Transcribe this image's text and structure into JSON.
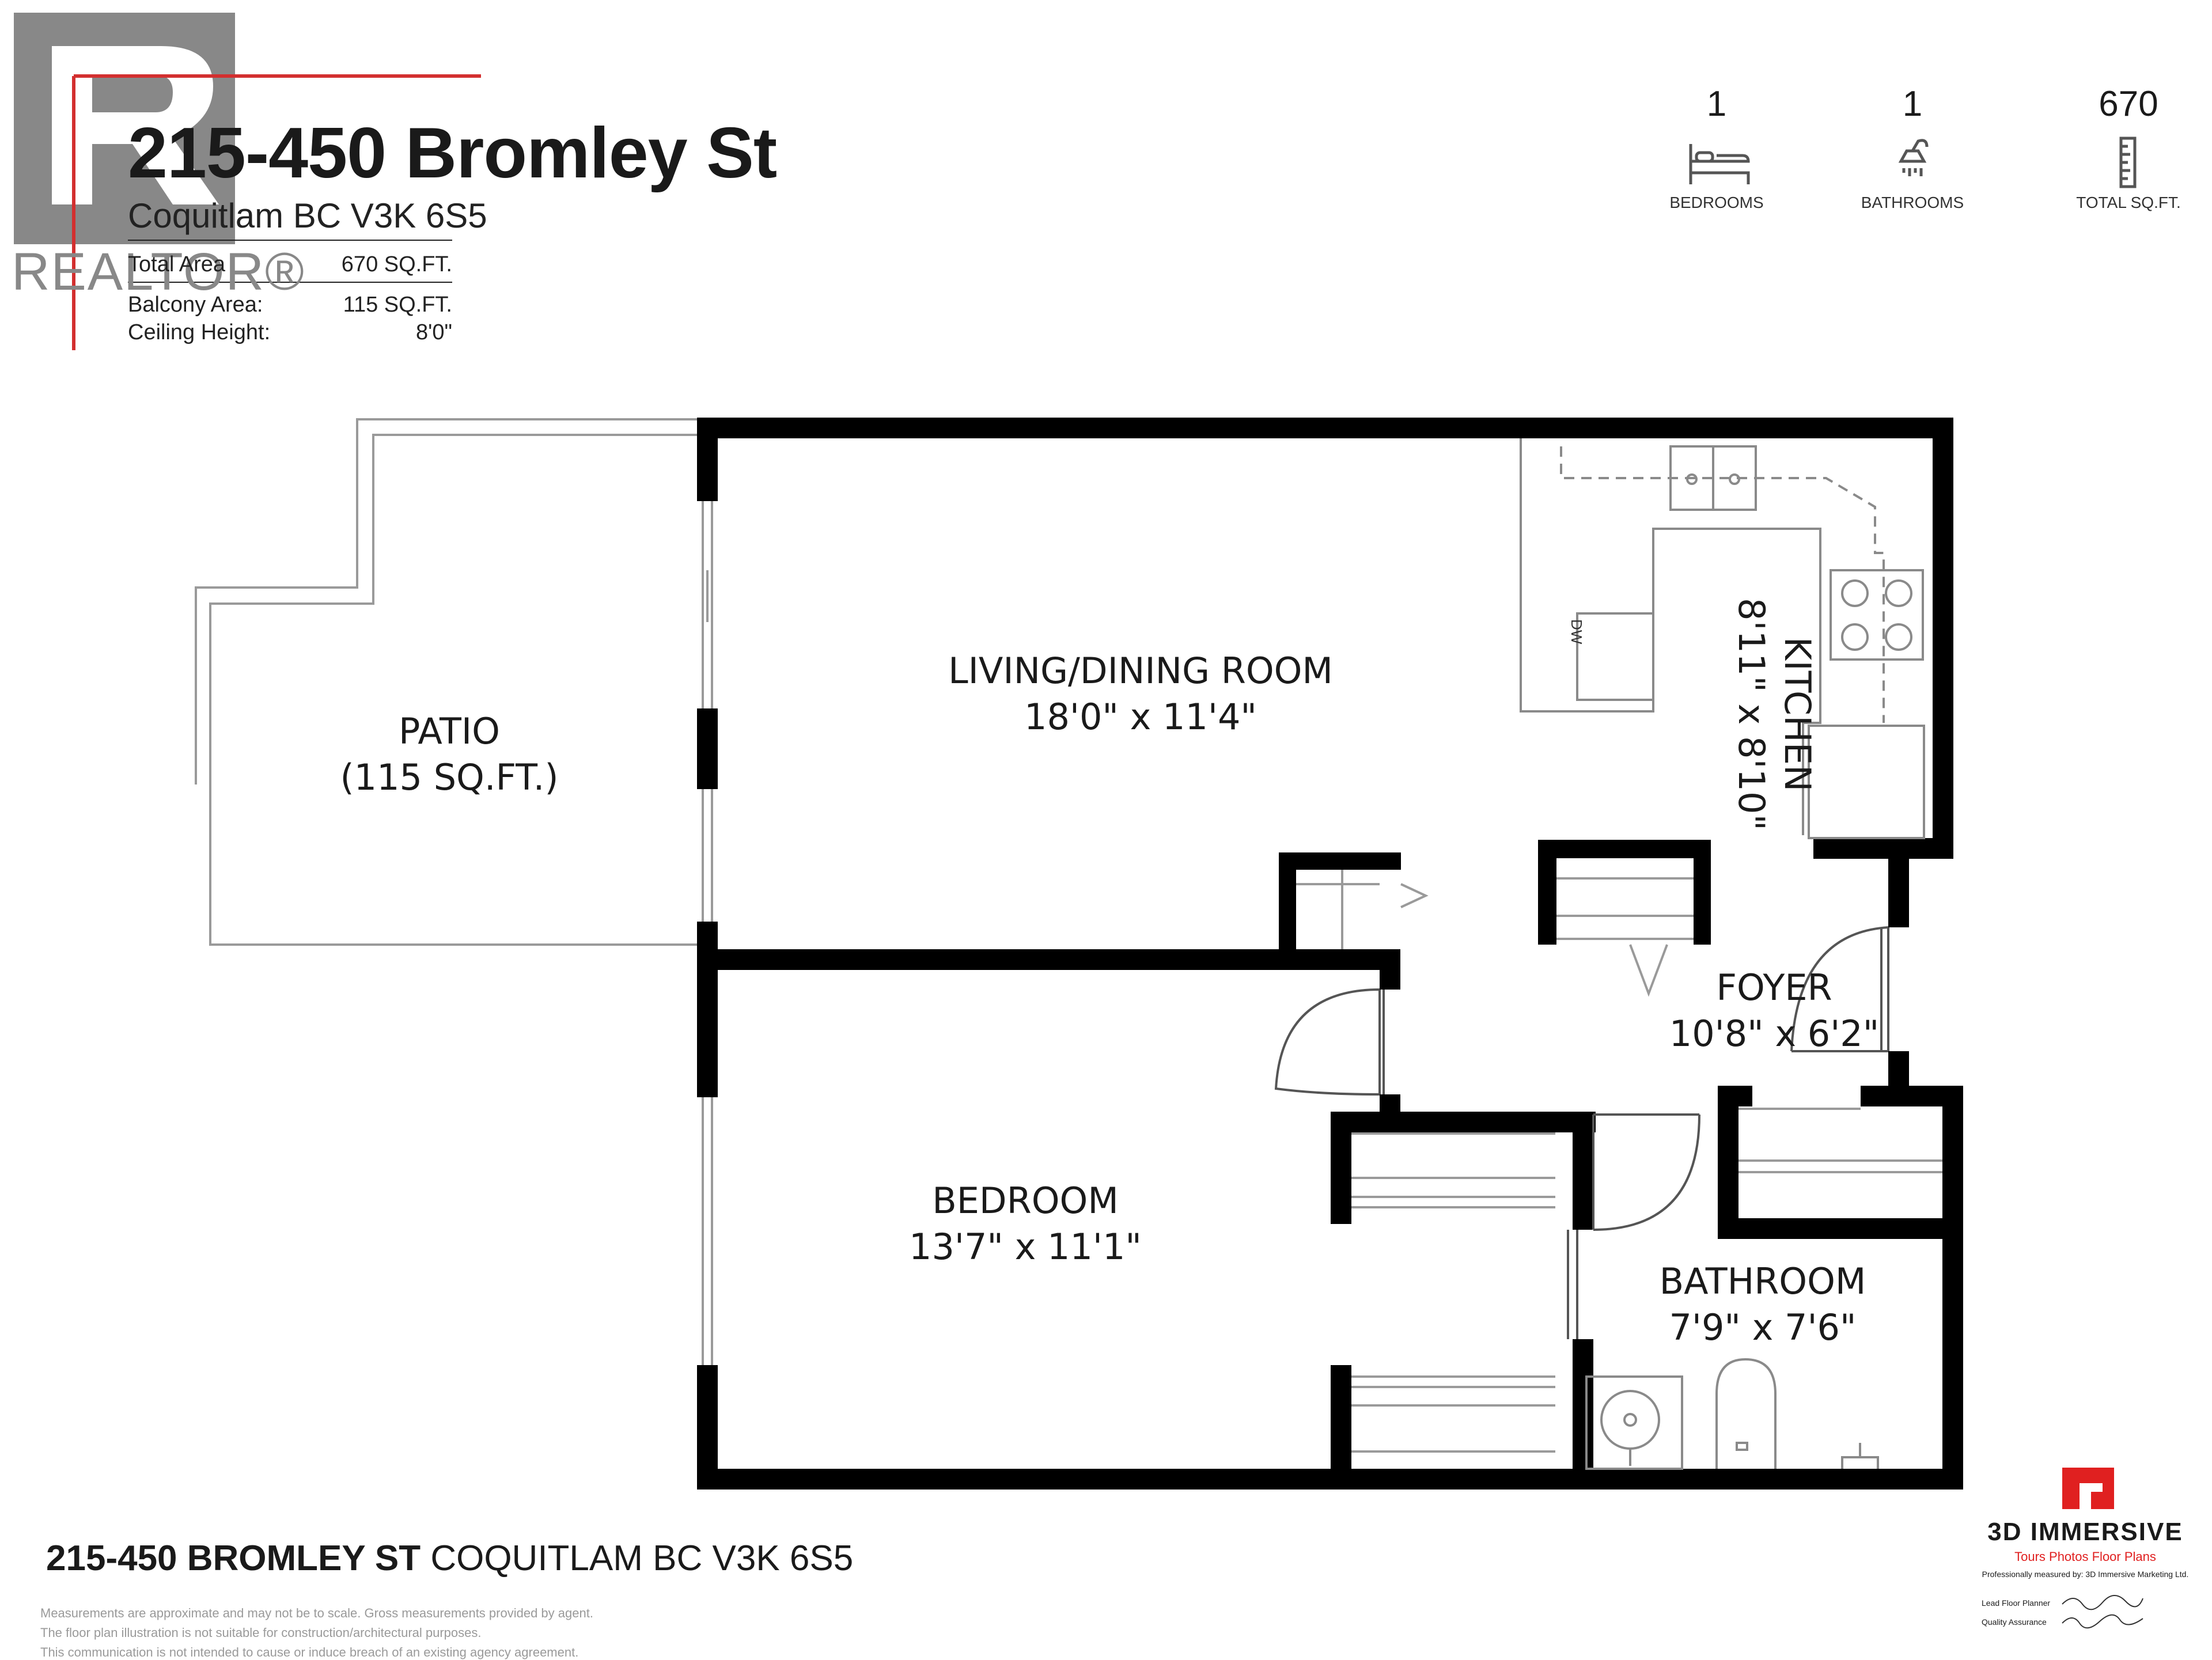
{
  "header": {
    "address_title": "215-450 Bromley St",
    "city_line": "Coquitlam BC V3K 6S5",
    "watermark": "REALTOR®",
    "areas": [
      {
        "label": "Total Area",
        "value": "670 SQ.FT."
      },
      {
        "label": "Balcony Area:",
        "value": "115 SQ.FT."
      },
      {
        "label": "Ceiling Height:",
        "value": "8'0\""
      }
    ]
  },
  "stats": [
    {
      "value": "1",
      "label": "BEDROOMS",
      "icon": "bed-icon"
    },
    {
      "value": "1",
      "label": "BATHROOMS",
      "icon": "shower-icon"
    },
    {
      "value": "670",
      "label": "TOTAL SQ.FT.",
      "icon": "ruler-icon"
    }
  ],
  "rooms": {
    "patio": {
      "name": "PATIO",
      "size": "(115 SQ.FT.)"
    },
    "living": {
      "name": "LIVING/DINING ROOM",
      "size": "18'0\" x 11'4\""
    },
    "kitchen": {
      "name": "KITCHEN",
      "size": "8'11\" x 8'10\""
    },
    "foyer": {
      "name": "FOYER",
      "size": "10'8\" x 6'2\""
    },
    "bedroom": {
      "name": "BEDROOM",
      "size": "13'7\" x 11'1\""
    },
    "bathroom": {
      "name": "BATHROOM",
      "size": "7'9\" x 7'6\""
    },
    "dishwasher": "DW"
  },
  "footer": {
    "address_bold": "215-450 BROMLEY ST",
    "address_rest": "COQUITLAM BC V3K 6S5",
    "disclaimer": [
      "Measurements are approximate and may not be to scale. Gross measurements provided by agent.",
      "The floor plan illustration is not suitable for construction/architectural purposes.",
      "This communication is not intended to cause or induce breach of an existing agency agreement."
    ]
  },
  "brand": {
    "name": "3D IMMERSIVE",
    "tagline": "Tours  Photos  Floor Plans",
    "measured_by": "Professionally measured by: 3D Immersive Marketing Ltd.",
    "lead_planner": "Lead Floor Planner",
    "quality": "Quality Assurance",
    "accent": "#e02020"
  },
  "colors": {
    "wall": "#000000",
    "light_line": "#9a9a9a",
    "logo_red": "#d32f2f",
    "logo_gray": "#888888"
  }
}
